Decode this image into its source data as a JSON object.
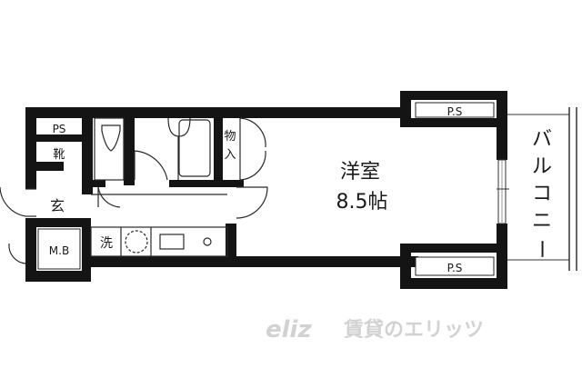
{
  "floorplan": {
    "rooms": {
      "western_room": {
        "name": "洋室",
        "size": "8.5帖"
      },
      "ps_top_left": "PS",
      "shoe_closet": "靴",
      "entrance": "玄",
      "mb": "M.B",
      "storage": "物入",
      "laundry": "洗",
      "ps_right_top": "P.S",
      "ps_right_bottom": "P.S",
      "balcony": "バルコニー"
    },
    "balcony_chars": [
      "バ",
      "ル",
      "コ",
      "ニ",
      "ー"
    ],
    "storage_chars": [
      "物",
      "入"
    ],
    "colors": {
      "wall": "#141414",
      "line": "#2a2a2a",
      "watermark": "#d2d2d2"
    }
  },
  "watermark": {
    "logo": "eliz",
    "text": "賃貸のエリッツ"
  }
}
